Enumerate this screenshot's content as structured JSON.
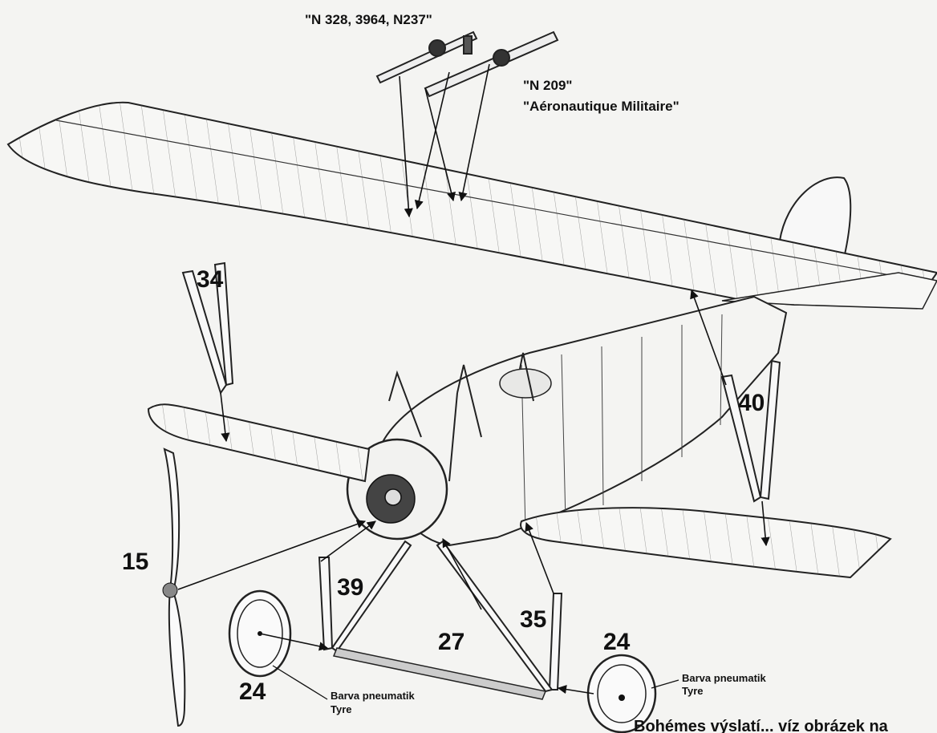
{
  "decal_labels": {
    "serial_numbers": "\"N 328, 3964, N237\"",
    "serial_alt": "\"N 209\"",
    "service": "\"Aéronautique Militaire\""
  },
  "part_numbers": {
    "upper_strut": "34",
    "rear_strut": "40",
    "propeller": "15",
    "gear_left": "39",
    "gear_right": "35",
    "axle": "27",
    "wheel_left": "24",
    "wheel_right": "24"
  },
  "tyre_notes": {
    "left_line1": "Barva pneumatik",
    "left_line2": "Tyre",
    "right_line1": "Barva pneumatik",
    "right_line2": "Tyre"
  },
  "footer_text": "Bohémes výslatí... víz obrázek na"
}
